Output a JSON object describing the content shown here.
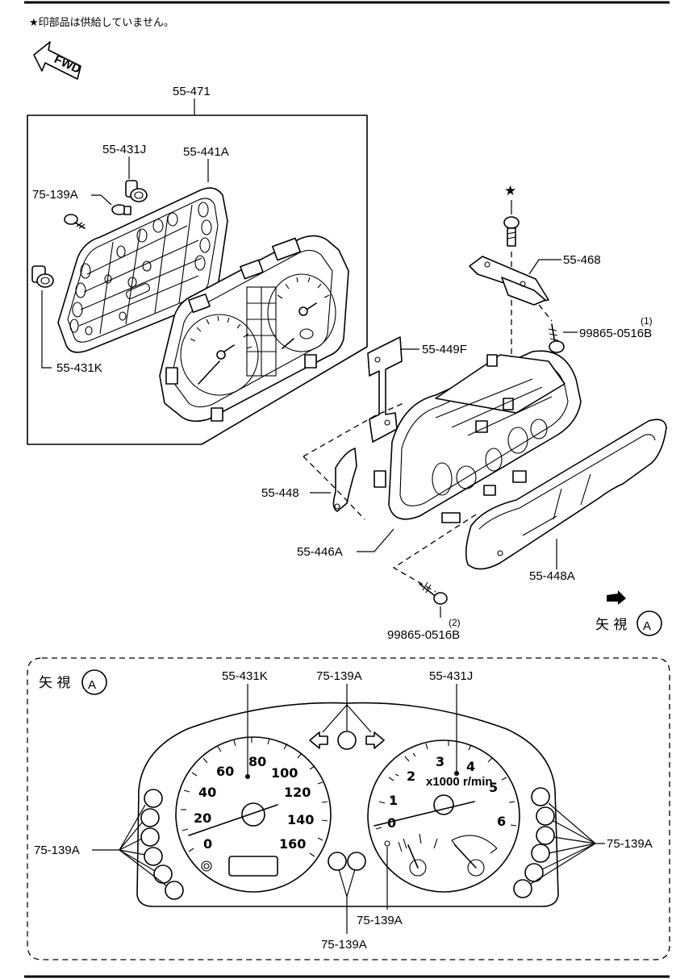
{
  "header": {
    "note": "★印部品は供給していません。",
    "fwd": "FWD"
  },
  "parts": {
    "p55_471": "55-471",
    "p55_431J": "55-431J",
    "p55_441A": "55-441A",
    "p75_139A": "75-139A",
    "p55_431K": "55-431K",
    "p55_468": "55-468",
    "p99865_1": "99865-0516B",
    "qty1": "(1)",
    "p55_449F": "55-449F",
    "p55_448": "55-448",
    "p55_446A": "55-446A",
    "p55_448A": "55-448A",
    "p99865_2": "99865-0516B",
    "qty2": "(2)",
    "view_label": "矢 視",
    "view_letter": "A",
    "star": "★"
  },
  "view_a": {
    "title": "矢 視",
    "letter": "A",
    "label_431K": "55-431K",
    "label_139A_top": "75-139A",
    "label_431J": "55-431J",
    "label_139A_left": "75-139A",
    "label_139A_right": "75-139A",
    "label_139A_mid": "75-139A",
    "label_139A_bottom": "75-139A",
    "speed": {
      "s0": "0",
      "s20": "20",
      "s40": "40",
      "s60": "60",
      "s80": "80",
      "s100": "100",
      "s120": "120",
      "s140": "140",
      "s160": "160"
    },
    "tach": {
      "t0": "0",
      "t1": "1",
      "t2": "2",
      "t3": "3",
      "t4": "4",
      "t5": "5",
      "t6": "6",
      "unit": "x1000 r/min"
    }
  }
}
